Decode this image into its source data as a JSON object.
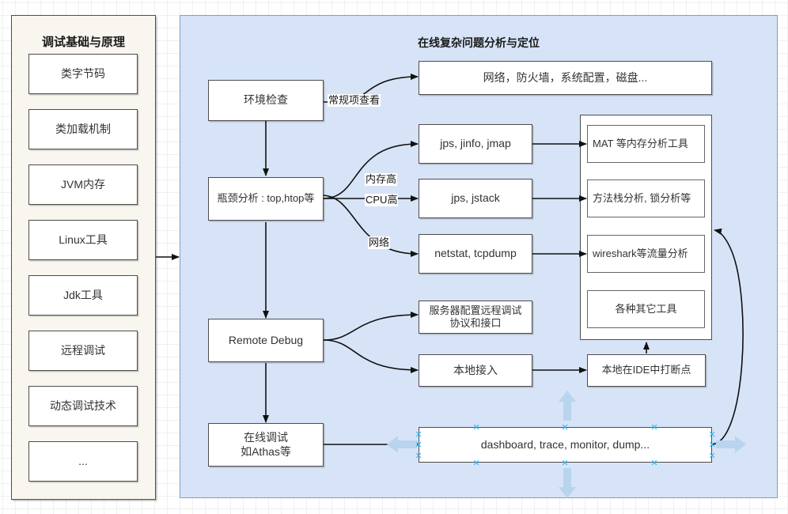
{
  "sidebar": {
    "title": "调试基础与原理",
    "items": [
      {
        "label": "类字节码"
      },
      {
        "label": "类加载机制"
      },
      {
        "label": "JVM内存"
      },
      {
        "label": "Linux工具"
      },
      {
        "label": "Jdk工具"
      },
      {
        "label": "远程调试"
      },
      {
        "label": "动态调试技术"
      },
      {
        "label": "..."
      }
    ]
  },
  "main": {
    "title": "在线复杂问题分析与定位",
    "nodes": {
      "env_check": "环境检查",
      "bottleneck": "瓶颈分析 : top,htop等",
      "remote_debug": "Remote Debug",
      "online_debug": "在线调试\n如Athas等",
      "network_config": "网络，防火墙，系统配置，磁盘...",
      "jps_jinfo_jmap": "jps, jinfo, jmap",
      "jps_jstack": "jps, jstack",
      "netstat_tcpdump": "netstat, tcpdump",
      "server_conf": "服务器配置远程调试\n协议和接口",
      "local_access": "本地接入",
      "local_ide_breakpoint": "本地在IDE中打断点",
      "dashboard": "dashboard, trace, monitor, dump..."
    },
    "tools_group": [
      {
        "label": "MAT 等内存分析工具"
      },
      {
        "label": "方法栈分析, 锁分析等"
      },
      {
        "label": "wireshark等流量分析"
      },
      {
        "label": "各种其它工具"
      }
    ],
    "edge_labels": {
      "routine_check": "常规项查看",
      "memory_high": "内存高",
      "cpu_high": "CPU高",
      "network": "网络"
    }
  },
  "colors": {
    "sidebar_bg": "#f8f6ee",
    "panel_bg": "#d7e4f7",
    "panel_border": "#7d9fcc",
    "node_border": "#4d4d4d",
    "node_bg": "#ffffff",
    "handle": "#29b6f6",
    "ghost_arrow": "#b9d4ee"
  }
}
